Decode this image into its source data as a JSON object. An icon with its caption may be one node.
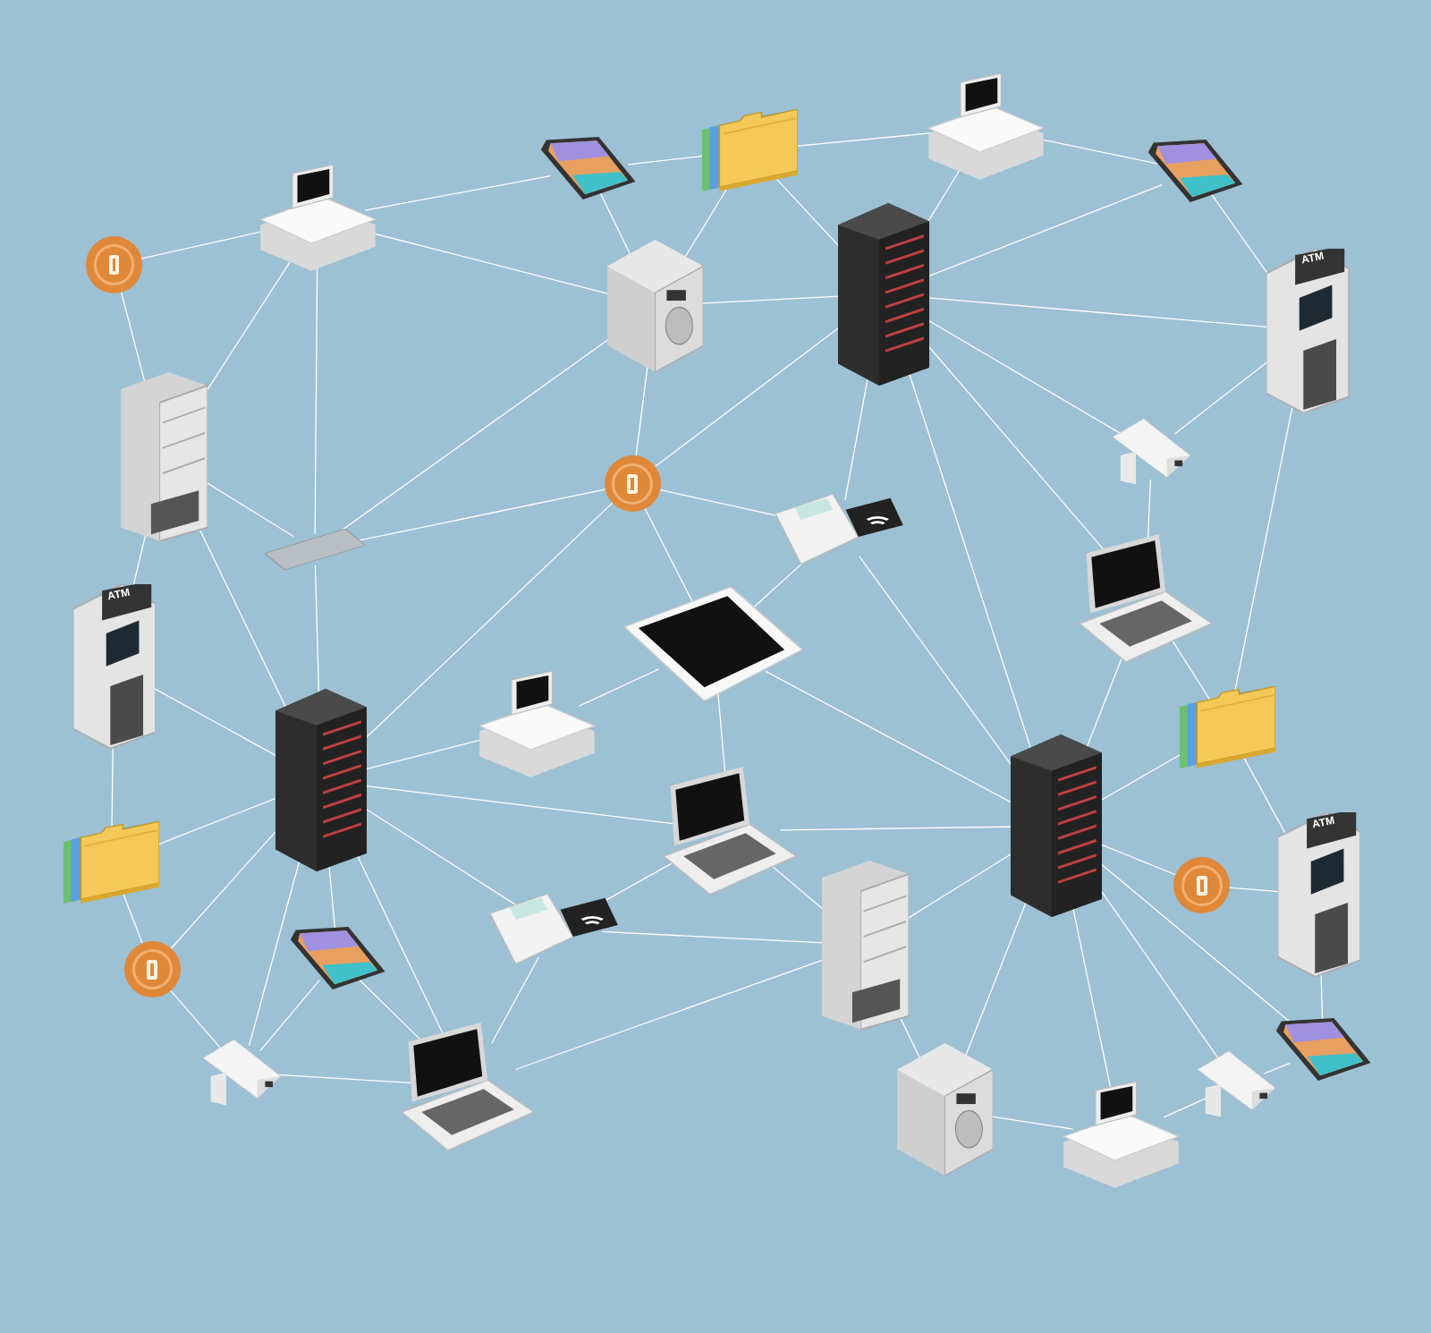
{
  "diagram": {
    "nodes": [
      {
        "text": [],
        "shape": "circle"
      },
      {
        "text": [],
        "shape": "picture"
      },
      {
        "text": [],
        "shape": "picture"
      },
      {
        "text": [],
        "shape": "picture"
      },
      {
        "text": [],
        "shape": "picture"
      },
      {
        "text": [],
        "shape": "picture"
      },
      {
        "text": [],
        "shape": "picture"
      },
      {
        "text": [],
        "shape": "picture"
      },
      {
        "text": [
          "ATM"
        ]
      },
      {
        "text": [],
        "shape": "picture"
      },
      {
        "text": [],
        "shape": "circle"
      },
      {
        "text": [],
        "shape": "picture"
      },
      {
        "text": [],
        "shape": "picture"
      },
      {
        "text": [],
        "shape": "picture"
      },
      {
        "text": [
          "ATM"
        ]
      },
      {
        "text": [],
        "shape": "picture"
      },
      {
        "text": [],
        "shape": "picture"
      },
      {
        "text": [],
        "shape": "picture"
      },
      {
        "text": [],
        "shape": "picture"
      },
      {
        "text": [],
        "shape": "picture"
      },
      {
        "text": [],
        "shape": "picture"
      },
      {
        "text": [],
        "shape": "picture"
      },
      {
        "text": [],
        "shape": "picture"
      },
      {
        "text": [],
        "shape": "circle"
      },
      {
        "text": [
          "ATM"
        ]
      },
      {
        "text": [],
        "shape": "picture"
      },
      {
        "text": [],
        "shape": "picture"
      },
      {
        "text": [],
        "shape": "picture"
      },
      {
        "text": [],
        "shape": "circle"
      },
      {
        "text": [],
        "shape": "picture"
      },
      {
        "text": [],
        "shape": "picture"
      },
      {
        "text": [],
        "shape": "picture"
      },
      {
        "text": [],
        "shape": "picture"
      },
      {
        "text": [],
        "shape": "picture"
      },
      {
        "text": [],
        "shape": "picture"
      }
    ],
    "edges": [
      {
        "from": 0,
        "to": 1,
        "arrow": "none"
      },
      {
        "from": 0,
        "to": 9,
        "arrow": "none"
      },
      {
        "from": 1,
        "to": 2,
        "arrow": "none"
      },
      {
        "from": 1,
        "to": 6,
        "arrow": "none"
      },
      {
        "from": 1,
        "to": 9,
        "arrow": "none"
      },
      {
        "from": 1,
        "to": 11,
        "arrow": "none"
      },
      {
        "from": 2,
        "to": 3,
        "arrow": "none"
      },
      {
        "from": 2,
        "to": 6,
        "arrow": "none"
      },
      {
        "from": 3,
        "to": 4,
        "arrow": "none"
      },
      {
        "from": 3,
        "to": 6,
        "arrow": "none"
      },
      {
        "from": 3,
        "to": 7,
        "arrow": "none"
      },
      {
        "from": 4,
        "to": 5,
        "arrow": "none"
      },
      {
        "from": 4,
        "to": 7,
        "arrow": "none"
      },
      {
        "from": 5,
        "to": 7,
        "arrow": "none"
      },
      {
        "from": 5,
        "to": 8,
        "arrow": "none"
      },
      {
        "from": 6,
        "to": 7,
        "arrow": "none"
      },
      {
        "from": 6,
        "to": 11,
        "arrow": "none"
      },
      {
        "from": 6,
        "to": 10,
        "arrow": "none"
      },
      {
        "from": 7,
        "to": 8,
        "arrow": "none"
      },
      {
        "from": 7,
        "to": 10,
        "arrow": "none"
      },
      {
        "from": 7,
        "to": 13,
        "arrow": "none"
      },
      {
        "from": 7,
        "to": 12,
        "arrow": "none"
      },
      {
        "from": 7,
        "to": 15,
        "arrow": "none"
      },
      {
        "from": 7,
        "to": 21,
        "arrow": "none"
      },
      {
        "from": 8,
        "to": 12,
        "arrow": "none"
      },
      {
        "from": 8,
        "to": 19,
        "arrow": "none"
      },
      {
        "from": 9,
        "to": 11,
        "arrow": "none"
      },
      {
        "from": 9,
        "to": 14,
        "arrow": "none"
      },
      {
        "from": 9,
        "to": 18,
        "arrow": "none"
      },
      {
        "from": 10,
        "to": 11,
        "arrow": "none"
      },
      {
        "from": 10,
        "to": 13,
        "arrow": "none"
      },
      {
        "from": 10,
        "to": 16,
        "arrow": "none"
      },
      {
        "from": 10,
        "to": 18,
        "arrow": "none"
      },
      {
        "from": 11,
        "to": 18,
        "arrow": "none"
      },
      {
        "from": 12,
        "to": 15,
        "arrow": "none"
      },
      {
        "from": 13,
        "to": 16,
        "arrow": "none"
      },
      {
        "from": 13,
        "to": 21,
        "arrow": "none"
      },
      {
        "from": 14,
        "to": 18,
        "arrow": "none"
      },
      {
        "from": 14,
        "to": 22,
        "arrow": "none"
      },
      {
        "from": 15,
        "to": 19,
        "arrow": "none"
      },
      {
        "from": 15,
        "to": 21,
        "arrow": "none"
      },
      {
        "from": 16,
        "to": 17,
        "arrow": "none"
      },
      {
        "from": 16,
        "to": 20,
        "arrow": "none"
      },
      {
        "from": 16,
        "to": 21,
        "arrow": "none"
      },
      {
        "from": 17,
        "to": 18,
        "arrow": "none"
      },
      {
        "from": 18,
        "to": 20,
        "arrow": "none"
      },
      {
        "from": 18,
        "to": 22,
        "arrow": "none"
      },
      {
        "from": 18,
        "to": 25,
        "arrow": "none"
      },
      {
        "from": 18,
        "to": 26,
        "arrow": "none"
      },
      {
        "from": 18,
        "to": 28,
        "arrow": "none"
      },
      {
        "from": 18,
        "to": 29,
        "arrow": "none"
      },
      {
        "from": 18,
        "to": 30,
        "arrow": "none"
      },
      {
        "from": 19,
        "to": 21,
        "arrow": "none"
      },
      {
        "from": 19,
        "to": 24,
        "arrow": "none"
      },
      {
        "from": 20,
        "to": 21,
        "arrow": "none"
      },
      {
        "from": 20,
        "to": 25,
        "arrow": "none"
      },
      {
        "from": 20,
        "to": 27,
        "arrow": "none"
      },
      {
        "from": 21,
        "to": 23,
        "arrow": "none"
      },
      {
        "from": 21,
        "to": 27,
        "arrow": "none"
      },
      {
        "from": 21,
        "to": 31,
        "arrow": "none"
      },
      {
        "from": 21,
        "to": 32,
        "arrow": "none"
      },
      {
        "from": 21,
        "to": 33,
        "arrow": "none"
      },
      {
        "from": 21,
        "to": 34,
        "arrow": "none"
      },
      {
        "from": 23,
        "to": 24,
        "arrow": "none"
      },
      {
        "from": 24,
        "to": 34,
        "arrow": "none"
      },
      {
        "from": 25,
        "to": 30,
        "arrow": "none"
      },
      {
        "from": 25,
        "to": 27,
        "arrow": "none"
      },
      {
        "from": 26,
        "to": 29,
        "arrow": "none"
      },
      {
        "from": 26,
        "to": 30,
        "arrow": "none"
      },
      {
        "from": 22,
        "to": 28,
        "arrow": "none"
      },
      {
        "from": 28,
        "to": 29,
        "arrow": "none"
      },
      {
        "from": 29,
        "to": 30,
        "arrow": "none"
      },
      {
        "from": 30,
        "to": 27,
        "arrow": "none"
      },
      {
        "from": 27,
        "to": 31,
        "arrow": "none"
      },
      {
        "from": 31,
        "to": 32,
        "arrow": "none"
      },
      {
        "from": 32,
        "to": 33,
        "arrow": "none"
      },
      {
        "from": 33,
        "to": 34,
        "arrow": "none"
      }
    ]
  }
}
